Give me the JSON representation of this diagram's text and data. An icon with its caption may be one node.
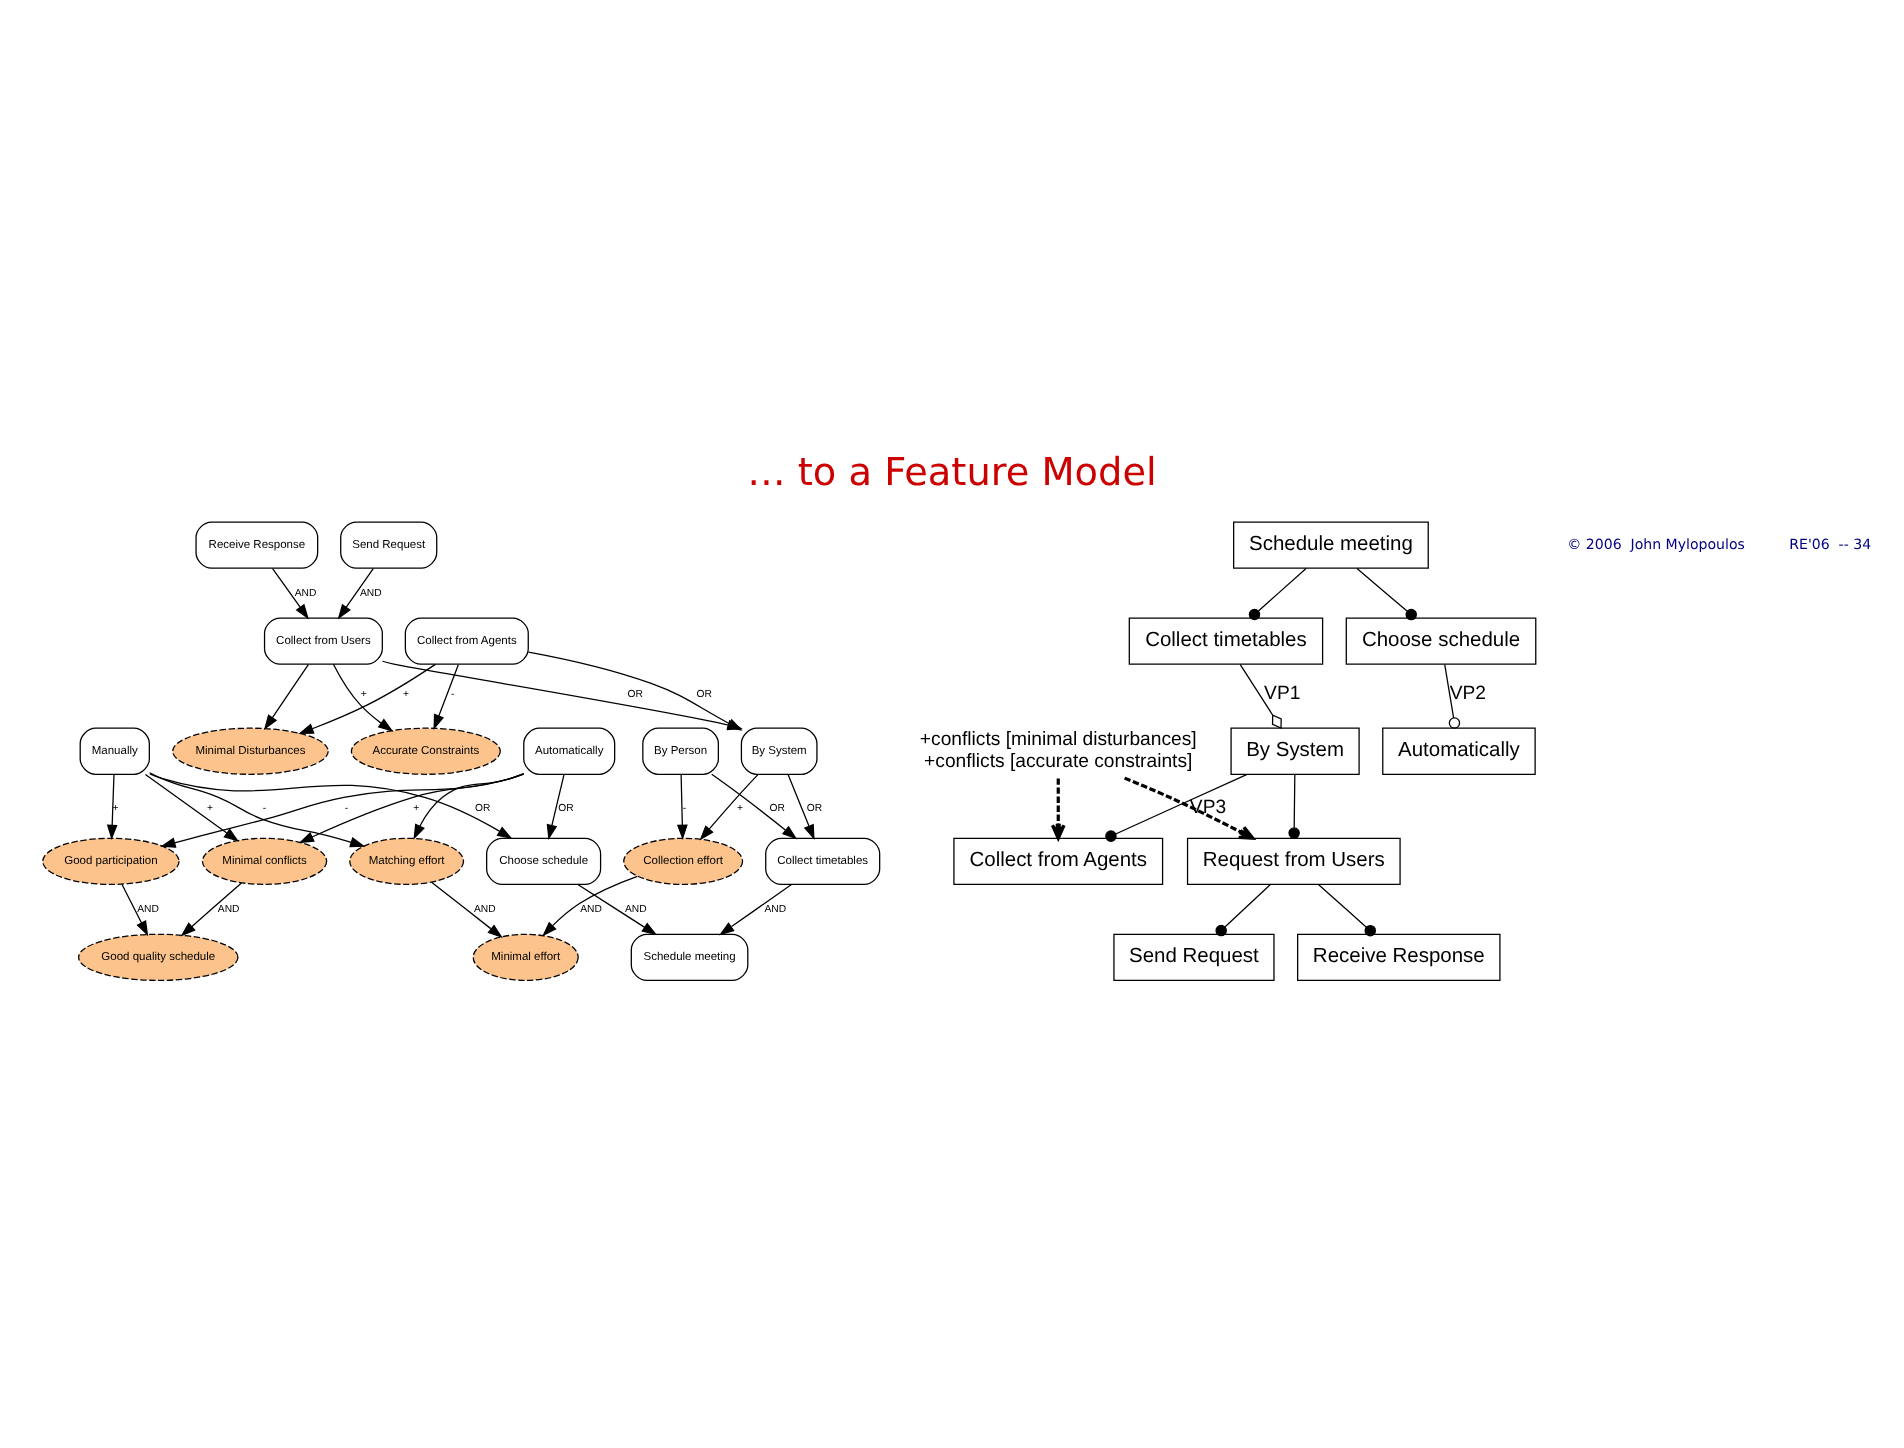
{
  "diagram": {
    "title": "… to a Feature Model",
    "nodes": [
      {
        "text": [
          "Minimal effort"
        ]
      },
      {
        "text": [
          "Good quality schedule"
        ]
      },
      {
        "text": [
          "Good participation"
        ]
      },
      {
        "text": [
          "Matching effort"
        ]
      },
      {
        "text": [
          "Minimal conflicts"
        ]
      },
      {
        "text": [
          "Schedule meeting"
        ]
      },
      {
        "text": [
          "Collection effort"
        ]
      },
      {
        "text": [
          "Collect timetables"
        ]
      },
      {
        "text": [
          "Choose schedule"
        ]
      },
      {
        "text": [
          "By Person"
        ]
      },
      {
        "text": [
          "By System"
        ]
      },
      {
        "text": [
          "Collect from Agents"
        ]
      },
      {
        "text": [
          "Collect from Users"
        ]
      },
      {
        "text": [
          "Manually"
        ]
      },
      {
        "text": [
          "Automatically"
        ]
      },
      {
        "text": [
          "Minimal Disturbances"
        ]
      },
      {
        "text": [
          "Send Request"
        ]
      },
      {
        "text": [
          "Receive Response"
        ]
      },
      {
        "text": [
          "Accurate Constraints"
        ]
      },
      {
        "text": [
          "Schedule meeting"
        ]
      },
      {
        "text": [
          "Collect timetables"
        ]
      },
      {
        "text": [
          "Choose schedule"
        ]
      },
      {
        "text": [
          "By System"
        ]
      },
      {
        "text": [
          "Automatically"
        ]
      },
      {
        "text": [
          "Collect from Agents"
        ]
      },
      {
        "text": [
          "Request from Users"
        ]
      },
      {
        "text": [
          "Send Request"
        ]
      },
      {
        "text": [
          "Receive Response"
        ]
      },
      {
        "text": [
          "+conflicts [minimal disturbances]",
          "+conflicts [accurate constraints]"
        ]
      }
    ],
    "edges": [
      {
        "from": 6,
        "to": 0,
        "arrow": "to",
        "label": "AND"
      },
      {
        "from": 3,
        "to": 0,
        "arrow": "to",
        "label": "AND"
      },
      {
        "from": 4,
        "to": 1,
        "arrow": "to",
        "label": "AND"
      },
      {
        "from": 2,
        "to": 1,
        "arrow": "to",
        "label": "AND"
      },
      {
        "from": 7,
        "to": 5,
        "arrow": "to",
        "label": "AND"
      },
      {
        "from": 8,
        "to": 5,
        "arrow": "to",
        "label": "AND"
      },
      {
        "from": 9,
        "to": 7,
        "arrow": "to",
        "label": "OR"
      },
      {
        "from": 10,
        "to": 7,
        "arrow": "to",
        "label": "OR"
      },
      {
        "from": 9,
        "to": 6,
        "arrow": "to",
        "label": "-"
      },
      {
        "from": 10,
        "to": 6,
        "arrow": "to",
        "label": "+"
      },
      {
        "from": 11,
        "to": 10,
        "arrow": "to",
        "label": "OR"
      },
      {
        "from": 12,
        "to": 10,
        "arrow": "to",
        "label": "OR"
      },
      {
        "from": 16,
        "to": 12,
        "arrow": "to",
        "label": "AND"
      },
      {
        "from": 17,
        "to": 12,
        "arrow": "to",
        "label": "AND"
      },
      {
        "from": 13,
        "to": 8,
        "arrow": "to",
        "label": "OR"
      },
      {
        "from": 14,
        "to": 8,
        "arrow": "to",
        "label": "OR"
      },
      {
        "from": 11,
        "to": 15,
        "arrow": "to",
        "label": "+"
      },
      {
        "from": 11,
        "to": 18,
        "arrow": "to",
        "label": "-"
      },
      {
        "from": 12,
        "to": 15,
        "arrow": "to"
      },
      {
        "from": 12,
        "to": 18,
        "arrow": "to",
        "label": "+"
      },
      {
        "from": 13,
        "to": 3,
        "arrow": "to",
        "label": "-"
      },
      {
        "from": 14,
        "to": 3,
        "arrow": "to"
      },
      {
        "from": 13,
        "to": 4,
        "arrow": "to",
        "label": "+"
      },
      {
        "from": 14,
        "to": 4,
        "arrow": "to",
        "label": "+"
      },
      {
        "from": 13,
        "to": 2,
        "arrow": "to",
        "label": "+"
      },
      {
        "from": 14,
        "to": 2,
        "arrow": "to",
        "label": "-"
      },
      {
        "from": 19,
        "to": 20,
        "arrow": "other"
      },
      {
        "from": 19,
        "to": 21,
        "arrow": "other"
      },
      {
        "from": 20,
        "to": 22,
        "arrow": "other",
        "label": "VP1"
      },
      {
        "from": 21,
        "to": 23,
        "arrow": "other",
        "label": "VP2"
      },
      {
        "from": 22,
        "to": 24,
        "arrow": "other",
        "label": "VP3"
      },
      {
        "from": 22,
        "to": 25,
        "arrow": "other"
      },
      {
        "from": 25,
        "to": 26,
        "arrow": "other"
      },
      {
        "from": 25,
        "to": 27,
        "arrow": "other"
      },
      {
        "from": 28,
        "to": 24,
        "arrow": "to",
        "style": "dashed"
      },
      {
        "from": 28,
        "to": 25,
        "arrow": "to",
        "style": "dashed"
      }
    ],
    "labels": [
      "© 2006  John Mylopoulos",
      "RE'06  -- 34"
    ]
  }
}
